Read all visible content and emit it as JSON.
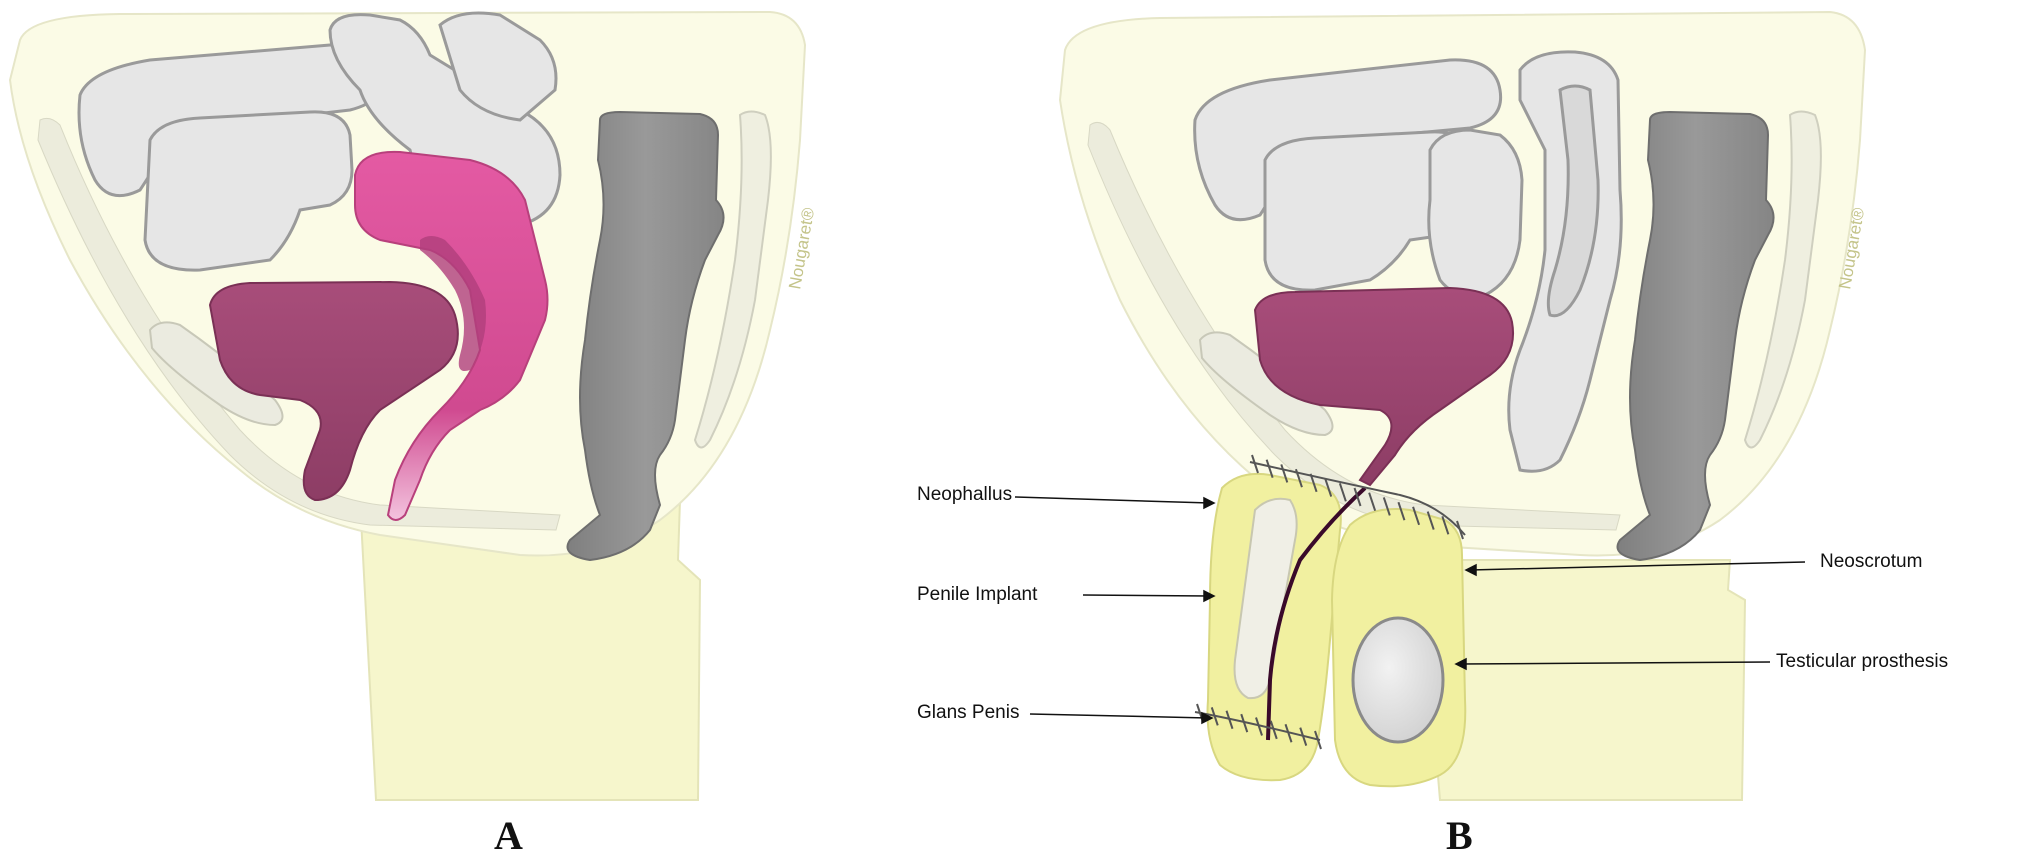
{
  "panels": [
    {
      "letter": "A"
    },
    {
      "letter": "B"
    }
  ],
  "watermark": "Nougaret®",
  "labels": {
    "neophallus": "Neophallus",
    "penile_implant": "Penile Implant",
    "glans_penis": "Glans Penis",
    "neoscrotum": "Neoscrotum",
    "testicular_prosthesis": "Testicular prosthesis"
  },
  "colors": {
    "pelvis_fill": "#fbfbe6",
    "thigh_fill": "#f6f6cc",
    "bowel": "#e6e6e6",
    "bowel_outline": "#9a9a9a",
    "rectum": "#8f8f8f",
    "bladder": "#a04a72",
    "uterus": "#e35aa2",
    "neophallus": "#f1f0a0",
    "prosthesis": "#e6e6e6",
    "suture": "#555555",
    "urethra": "#3a0a2a"
  }
}
